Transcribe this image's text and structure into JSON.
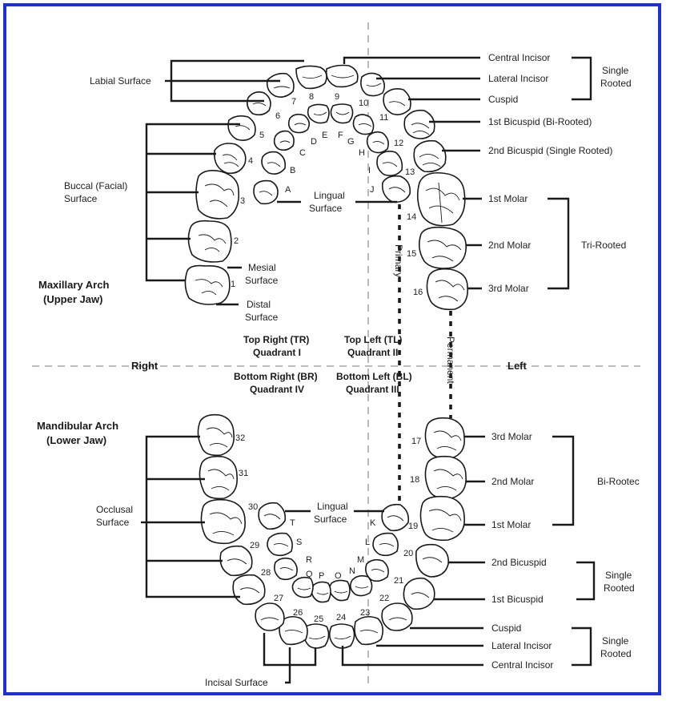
{
  "labels": {
    "labial_surface": "Labial Surface",
    "buccal_surface_1": "Buccal (Facial)",
    "buccal_surface_2": "Surface",
    "maxillary_1": "Maxillary Arch",
    "maxillary_2": "(Upper Jaw)",
    "mandibular_1": "Mandibular Arch",
    "mandibular_2": "(Lower Jaw)",
    "occlusal_1": "Occlusal",
    "occlusal_2": "Surface",
    "incisal_surface": "Incisal Surface",
    "mesial_1": "Mesial",
    "mesial_2": "Surface",
    "distal_1": "Distal",
    "distal_2": "Surface",
    "lingual_upper_1": "Lingual",
    "lingual_upper_2": "Surface",
    "lingual_lower_1": "Lingual",
    "lingual_lower_2": "Surface",
    "primary": "Primary",
    "permanent": "Permanent",
    "right": "Right",
    "left": "Left",
    "q_tr_1": "Top Right (TR)",
    "q_tr_2": "Quadrant I",
    "q_tl_1": "Top Left (TL)",
    "q_tl_2": "Quadrant II",
    "q_br_1": "Bottom Right (BR)",
    "q_br_2": "Quadrant IV",
    "q_bl_1": "Bottom Left (BL)",
    "q_bl_2": "Quadrant III"
  },
  "upper_right_labels": {
    "central_incisor": "Central Incisor",
    "lateral_incisor": "Lateral Incisor",
    "cuspid": "Cuspid",
    "single_rooted_1": "Single",
    "single_rooted_2": "Rooted",
    "bicuspid_1": "1st Bicuspid (Bi-Rooted)",
    "bicuspid_2": "2nd Bicuspid (Single Rooted)",
    "molar_1": "1st Molar",
    "molar_2": "2nd Molar",
    "molar_3": "3rd Molar",
    "tri_rooted": "Tri-Rooted"
  },
  "lower_right_labels": {
    "molar_3": "3rd Molar",
    "molar_2": "2nd Molar",
    "molar_1": "1st Molar",
    "bi_rooted": "Bi-Rootec",
    "bicuspid_2": "2nd Bicuspid",
    "bicuspid_1": "1st Bicuspid",
    "single_rooted_a1": "Single",
    "single_rooted_a2": "Rooted",
    "cuspid": "Cuspid",
    "lateral_incisor": "Lateral Incisor",
    "central_incisor": "Central Incisor",
    "single_rooted_b1": "Single",
    "single_rooted_b2": "Rooted"
  },
  "tooth_numbers": {
    "t1": "1",
    "t2": "2",
    "t3": "3",
    "t4": "4",
    "t5": "5",
    "t6": "6",
    "t7": "7",
    "t8": "8",
    "t9": "9",
    "t10": "10",
    "t11": "11",
    "t12": "12",
    "t13": "13",
    "t14": "14",
    "t15": "15",
    "t16": "16",
    "t17": "17",
    "t18": "18",
    "t19": "19",
    "t20": "20",
    "t21": "21",
    "t22": "22",
    "t23": "23",
    "t24": "24",
    "t25": "25",
    "t26": "26",
    "t27": "27",
    "t28": "28",
    "t29": "29",
    "t30": "30",
    "t31": "31",
    "t32": "32"
  },
  "primary_letters": {
    "A": "A",
    "B": "B",
    "C": "C",
    "D": "D",
    "E": "E",
    "F": "F",
    "G": "G",
    "H": "H",
    "I": "I",
    "J": "J",
    "K": "K",
    "L": "L",
    "M": "M",
    "N": "N",
    "O": "O",
    "P": "P",
    "Q": "Q",
    "R": "R",
    "S": "S",
    "T": "T"
  },
  "colors": {
    "border": "#1f2fd6",
    "ink": "#1a1a1a",
    "dash_grey": "#bbbbbb"
  }
}
